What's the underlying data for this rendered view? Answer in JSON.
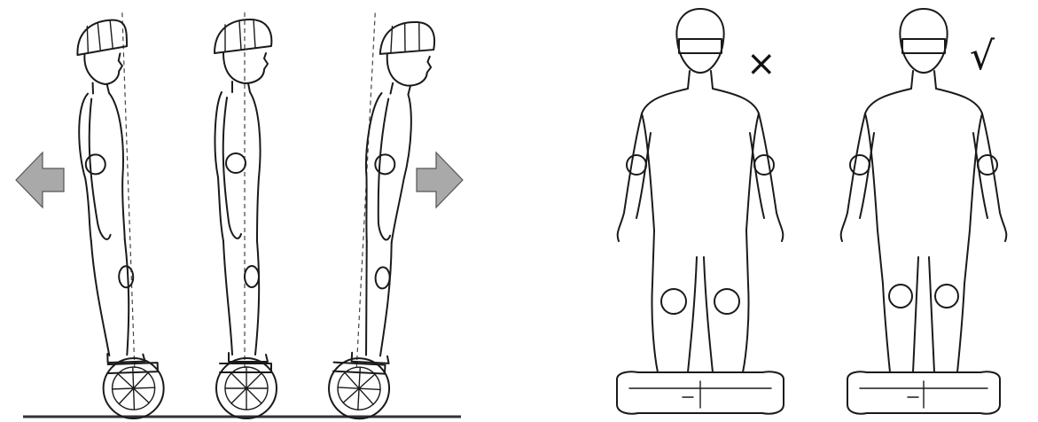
{
  "diagram": {
    "left_panel": {
      "figures": [
        {
          "lean": "back",
          "direction": "backward"
        },
        {
          "lean": "upright",
          "direction": "neutral"
        },
        {
          "lean": "forward",
          "direction": "forward"
        }
      ],
      "arrows": [
        "left-arrow-icon",
        "right-arrow-icon"
      ]
    },
    "right_panel": {
      "marks": {
        "incorrect": "×",
        "correct": "√"
      }
    },
    "colors": {
      "ink": "#1a1a1a",
      "arrow": "#a9a9a9",
      "background": "#ffffff"
    }
  }
}
